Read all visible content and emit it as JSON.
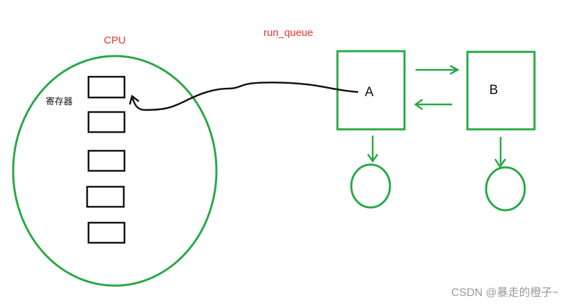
{
  "diagram": {
    "cpu_label": "CPU",
    "register_label": "寄存器",
    "queue_label": "run_queue",
    "node_a": "A",
    "node_b": "B"
  },
  "colors": {
    "stroke_green": "#27a844",
    "label_red": "#e8312f",
    "ink": "#111111",
    "watermark": "#9a9a9a"
  },
  "watermark": "CSDN @暴走的橙子~"
}
